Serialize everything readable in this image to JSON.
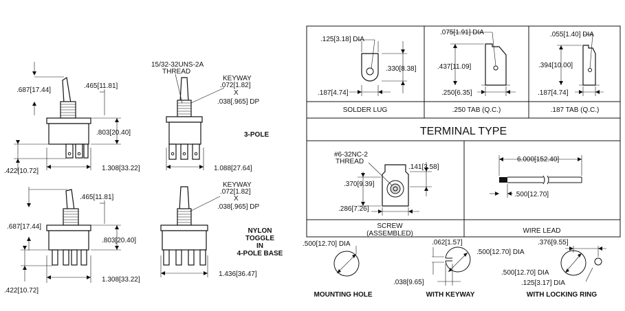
{
  "views": {
    "top_left": {
      "height_label": ".687[17.44]",
      "bushing_label": ".465[11.81]",
      "body_label": ".803[20.40]",
      "terminal_label": ".422[10.72]",
      "width_label": "1.308[33.22]"
    },
    "top_right": {
      "thread_label_1": "15/32-32UNS-2A",
      "thread_label_2": "THREAD",
      "keyway_label_1": "KEYWAY",
      "keyway_label_2": ".072[1.82]",
      "keyway_label_3": "X",
      "keyway_label_4": ".038[.965] DP",
      "depth_label": "1.088[27.64]",
      "pole_label": "3-POLE"
    },
    "bottom_left": {
      "height_label": ".687[17.44]",
      "bushing_label": ".465[11.81]",
      "body_label": ".803[20.40]",
      "terminal_label": ".422[10.72]",
      "width_label": "1.308[33.22]"
    },
    "bottom_right": {
      "keyway_label_1": "KEYWAY",
      "keyway_label_2": ".072[1.82]",
      "keyway_label_3": "X",
      "keyway_label_4": ".038[.965] DP",
      "depth_label": "1.436[36.47]",
      "pole_label_1": "NYLON",
      "pole_label_2": "TOGGLE",
      "pole_label_3": "IN",
      "pole_label_4": "4-POLE BASE"
    }
  },
  "terminal_table": {
    "title": "TERMINAL TYPE",
    "solder_lug": {
      "caption": "SOLDER LUG",
      "hole": ".125[3.18] DIA",
      "height": ".330[8.38]",
      "width": ".187[4.74]"
    },
    "tab_250": {
      "caption": ".250 TAB (Q.C.)",
      "hole": ".075[1.91] DIA",
      "height": ".437[11.09]",
      "width": ".250[6.35]"
    },
    "tab_187": {
      "caption": ".187 TAB (Q.C.)",
      "hole": ".055[1.40] DIA",
      "height": ".394[10.00]",
      "width": ".187[4.74]"
    },
    "screw": {
      "caption_1": "SCREW",
      "caption_2": "(ASSEMBLED)",
      "thread_1": "#6-32NC-2",
      "thread_2": "THREAD",
      "right": ".141[3.58]",
      "height": ".370[9.39]",
      "width": ".286[7.26]"
    },
    "wire_lead": {
      "caption": "WIRE LEAD",
      "length": "6.000[152.40]",
      "strip": ".500[12.70]"
    }
  },
  "mounting": {
    "hole": {
      "caption": "MOUNTING HOLE",
      "dia": ".500[12.70] DIA"
    },
    "keyway": {
      "caption": "WITH KEYWAY",
      "key_w": ".062[1.57]",
      "dia": ".500[12.70] DIA",
      "key_d": ".038[9.65]"
    },
    "ring": {
      "caption": "WITH LOCKING RING",
      "offset": ".376[9.55]",
      "dia": ".500[12.70] DIA",
      "small": ".125[3.17] DIA"
    }
  }
}
